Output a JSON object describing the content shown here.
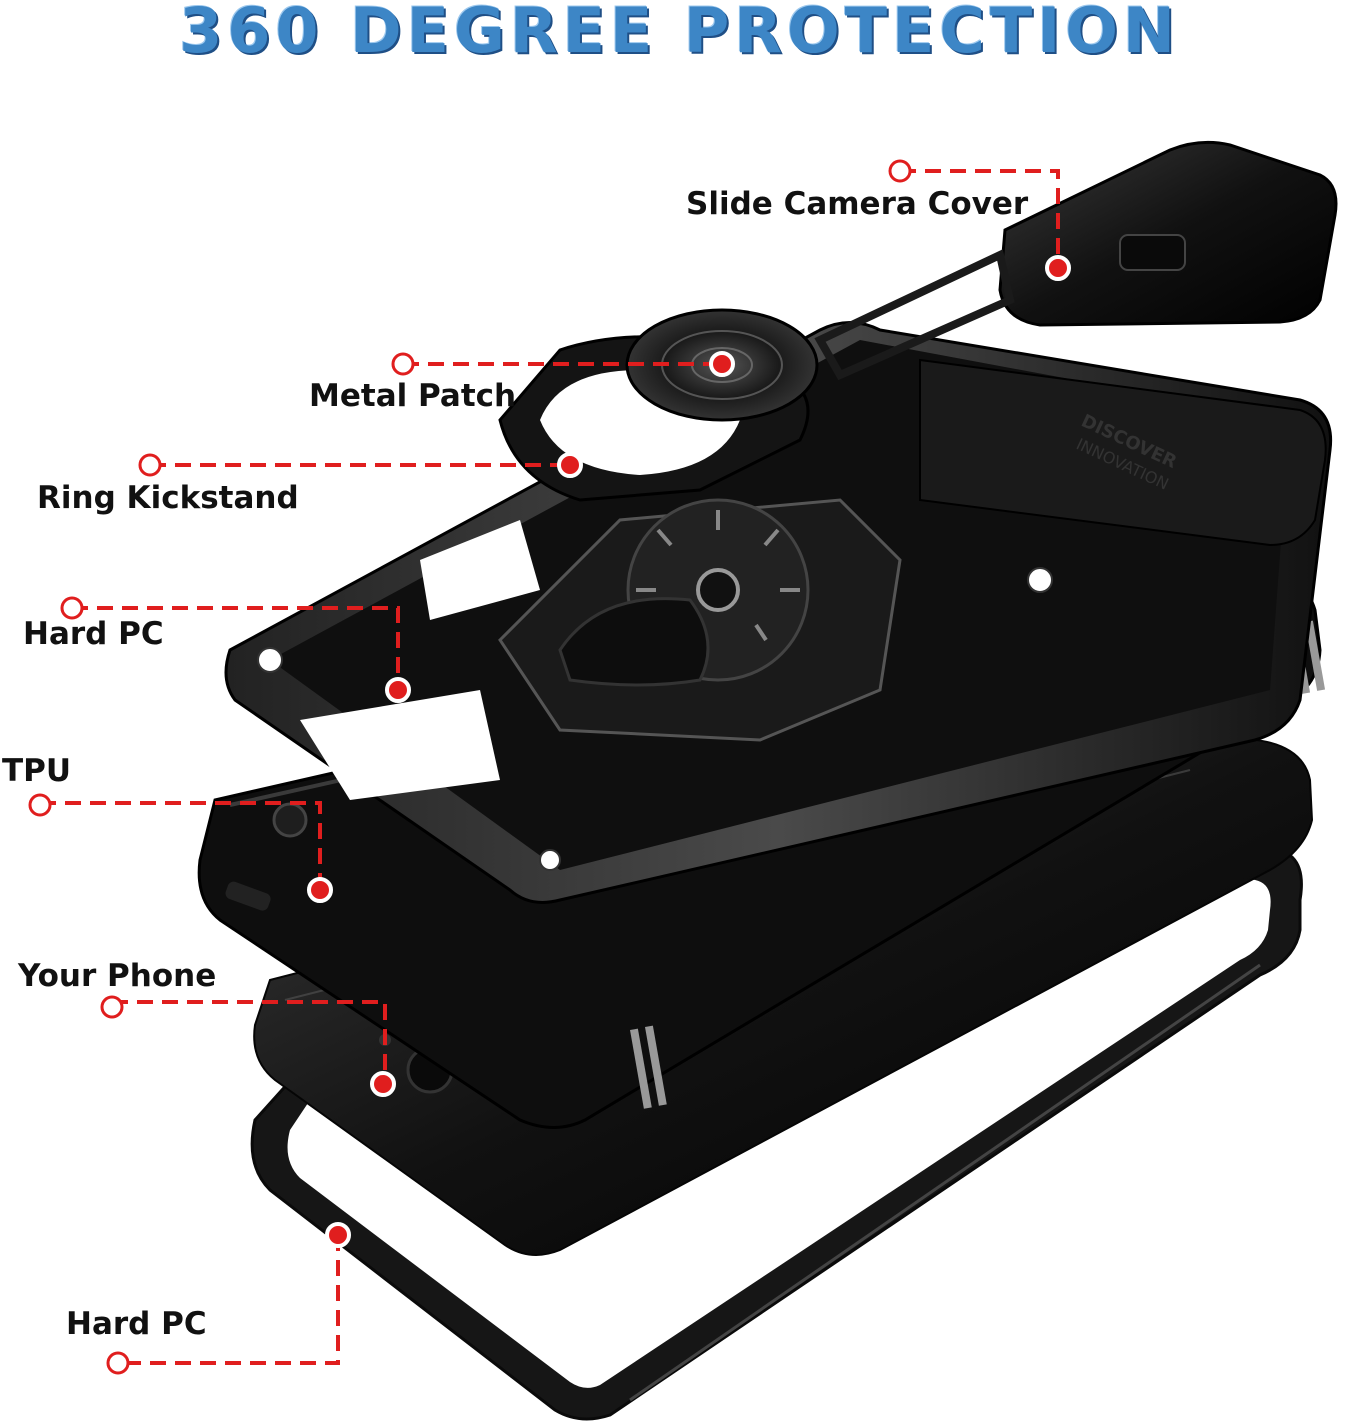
{
  "title": "360 DEGREE PROTECTION",
  "labels": {
    "slide_camera_cover": "Slide Camera Cover",
    "metal_patch": "Metal Patch",
    "ring_kickstand": "Ring Kickstand",
    "hard_pc_top": "Hard PC",
    "tpu": "TPU",
    "your_phone": "Your Phone",
    "hard_pc_bottom": "Hard PC"
  },
  "colors": {
    "title": "#3d86c6",
    "callout": "#e01e1e",
    "case": "#141414"
  }
}
